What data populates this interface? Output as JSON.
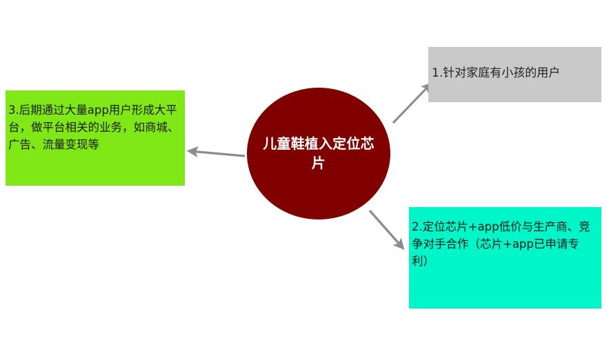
{
  "diagram": {
    "background_color": "#ffffff",
    "center": {
      "shape": "ellipse",
      "fill_color": "#800000",
      "text_color": "#ffffff",
      "label": "儿童鞋植入定位芯片"
    },
    "nodes": [
      {
        "id": "green",
        "shape": "rectangle",
        "fill_color": "#80e817",
        "text_color": "#1a1a1a",
        "label": "3.后期通过大量app用户形成大平台，做平台相关的业务，如商城、广告、流量变现等"
      },
      {
        "id": "gray",
        "shape": "rectangle",
        "fill_color": "#c9c9c9",
        "text_color": "#222222",
        "label": "1.针对家庭有小孩的用户"
      },
      {
        "id": "cyan",
        "shape": "rectangle",
        "fill_color": "#00f5c8",
        "text_color": "#1a1a1a",
        "label": "2.定位芯片+app低价与生产商、竞争对手合作（芯片+app已申请专利）"
      }
    ],
    "connectors": [
      {
        "id": "to-gray",
        "from": "center",
        "to": "gray",
        "color": "#8c8c8c",
        "style": "arrow"
      },
      {
        "id": "to-cyan",
        "from": "center",
        "to": "cyan",
        "color": "#8c8c8c",
        "style": "arrow"
      },
      {
        "id": "to-green",
        "from": "center",
        "to": "green",
        "color": "#8c8c8c",
        "style": "arrow"
      }
    ]
  }
}
